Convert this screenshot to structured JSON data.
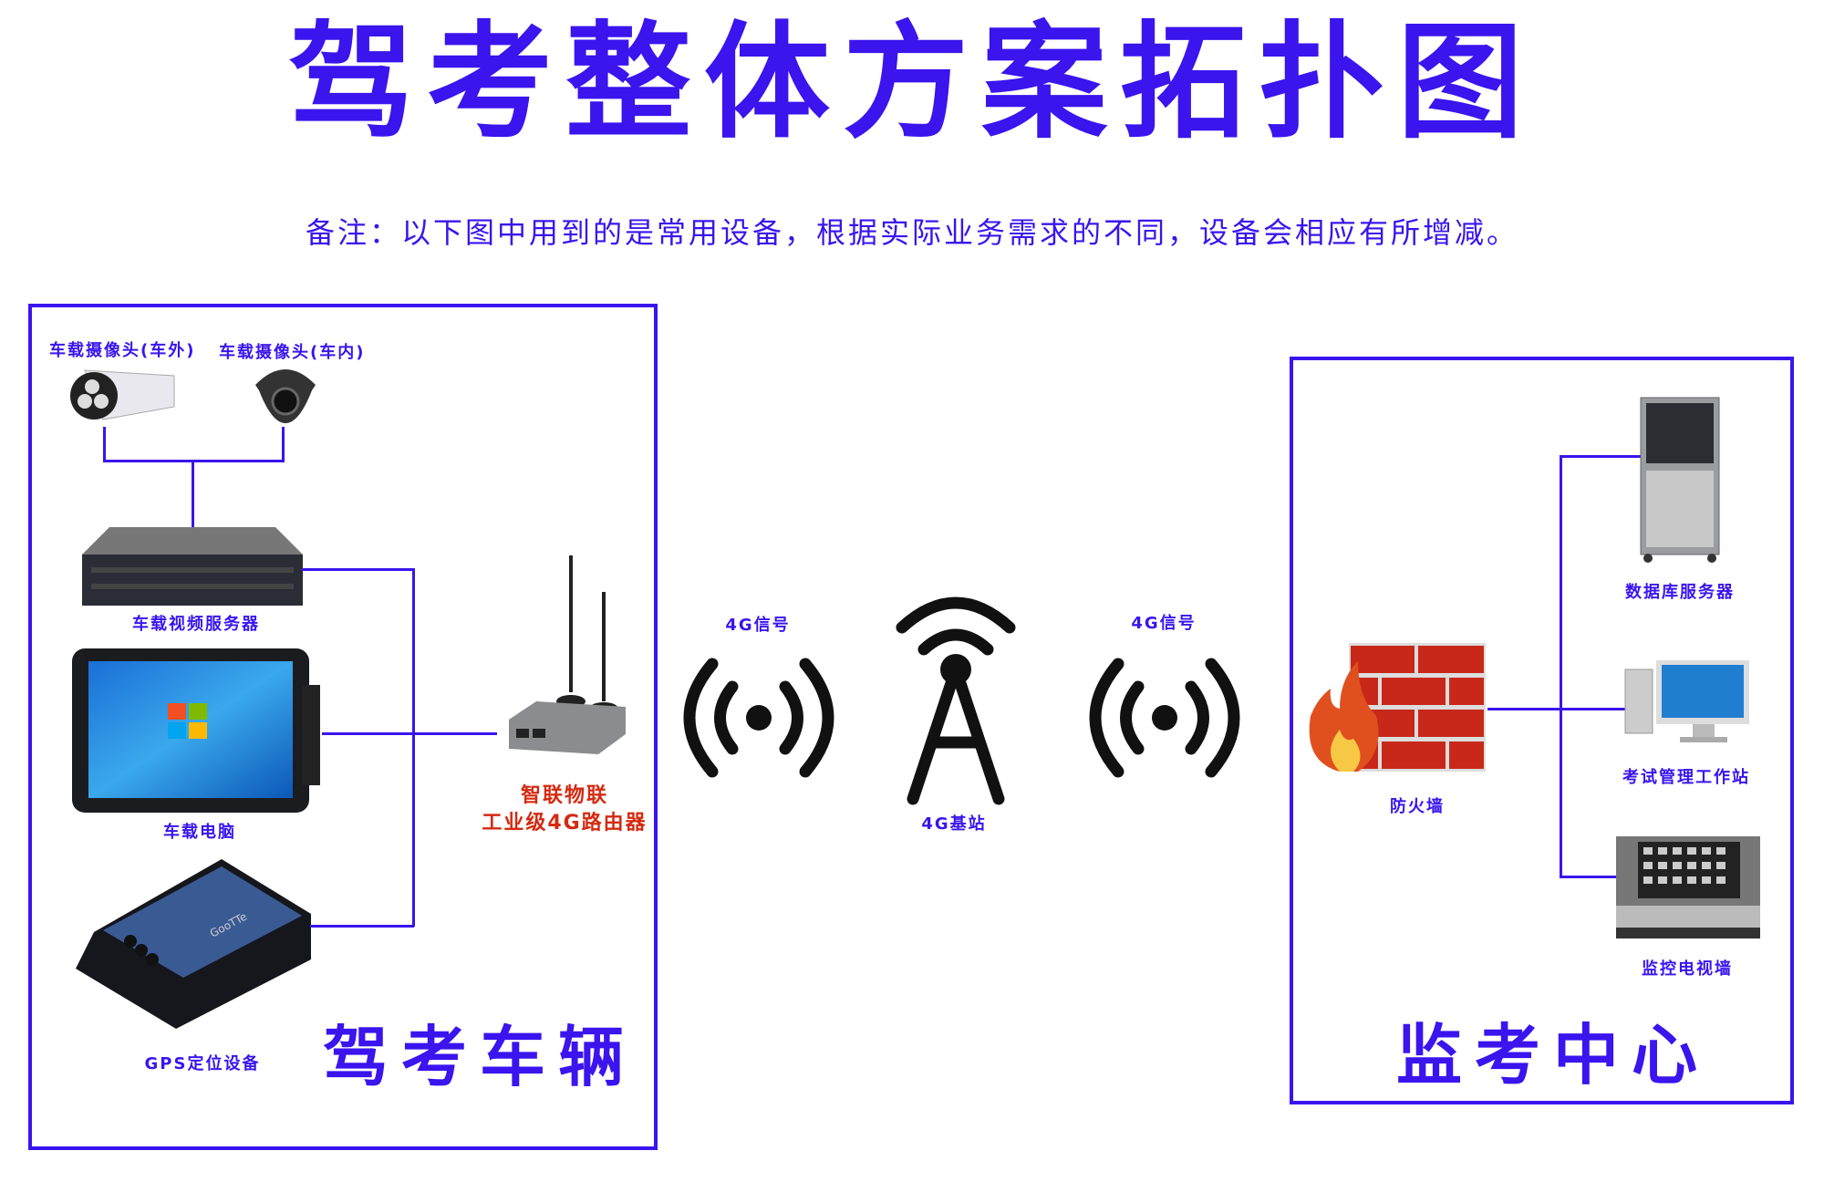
{
  "title": "驾考整体方案拓扑图",
  "note": "备注：以下图中用到的是常用设备，根据实际业务需求的不同，设备会相应有所增减。",
  "vehicle": {
    "heading": "驾考车辆",
    "camera_outside": "车载摄像头(车外)",
    "camera_inside": "车载摄像头(车内)",
    "video_server": "车载视频服务器",
    "computer": "车载电脑",
    "gps": "GPS定位设备",
    "gps_brand": "GooTTe",
    "router_line1": "智联物联",
    "router_line2": "工业级4G路由器"
  },
  "network": {
    "signal_left": "4G信号",
    "signal_right": "4G信号",
    "base_station": "4G基站"
  },
  "center": {
    "heading": "监考中心",
    "firewall": "防火墙",
    "db_server": "数据库服务器",
    "workstation": "考试管理工作站",
    "tv_wall": "监控电视墙"
  },
  "colors": {
    "accent": "#3b14ee",
    "router_label": "#d42a10"
  }
}
